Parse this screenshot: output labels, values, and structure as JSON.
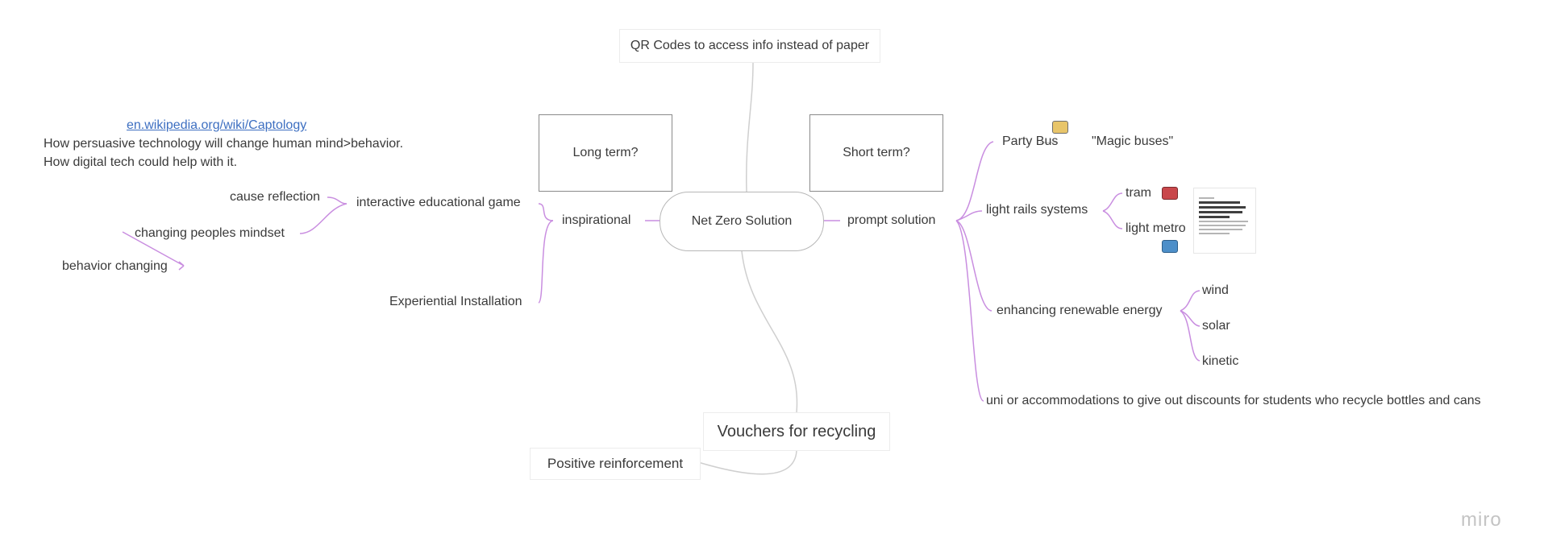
{
  "root": {
    "label": "Net Zero Solution"
  },
  "top": {
    "qr": "QR Codes to access info instead of paper"
  },
  "boxes": {
    "long": "Long term?",
    "short": "Short term?"
  },
  "left": {
    "wiki_link": "en.wikipedia.org/wiki/Captology",
    "wiki_line1": "How persuasive technology will change human mind>behavior.",
    "wiki_line2": "How digital tech could help with it.",
    "inspirational": "inspirational",
    "game": "interactive educational game",
    "cause": "cause reflection",
    "mindset": "changing peoples mindset",
    "behavior": "behavior changing",
    "installation": "Experiential Installation"
  },
  "right": {
    "prompt": "prompt solution",
    "party_bus": "Party Bus",
    "magic": "\"Magic buses\"",
    "light_rails": "light rails systems",
    "tram": "tram",
    "metro": "light metro",
    "renewable": "enhancing renewable energy",
    "wind": "wind",
    "solar": "solar",
    "kinetic": "kinetic",
    "uni": "uni or accommodations to give out discounts for students who recycle bottles and cans",
    "thumb_title": "Trams and light railways: rapid, safe and environmentally friendly transport in the city"
  },
  "bottom": {
    "vouchers": "Vouchers for recycling",
    "positive": "Positive reinforcement"
  },
  "brand": {
    "logo": "miro"
  },
  "icons": {
    "bus": "bus-icon",
    "tram": "tram-icon",
    "metro": "metro-icon"
  },
  "colors": {
    "branch": "#c98ee0",
    "gray_line": "#cfcfcf"
  }
}
